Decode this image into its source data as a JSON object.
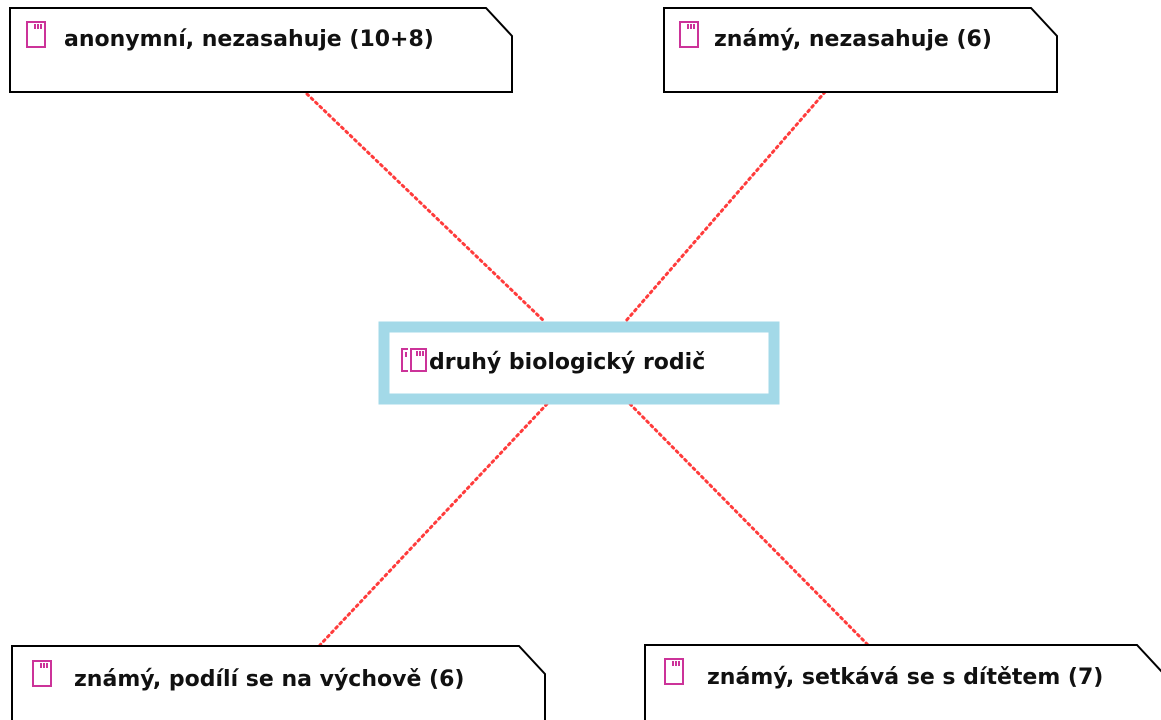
{
  "diagram": {
    "center": {
      "label": "druhý biologický rodič",
      "icon": "code-memo-icon"
    },
    "nodes": [
      {
        "id": "top-left",
        "label": "anonymní, nezasahuje (10+8)",
        "icon": "memo-icon"
      },
      {
        "id": "top-right",
        "label": "známý, nezasahuje (6)",
        "icon": "memo-icon"
      },
      {
        "id": "bottom-left",
        "label": "známý, podílí se na výchově (6)",
        "icon": "memo-icon"
      },
      {
        "id": "bottom-right",
        "label": "známý, setkává se s dítětem (7)",
        "icon": "memo-icon"
      }
    ],
    "colors": {
      "center_border": "#a3d9e8",
      "connector": "#ff3b3b",
      "icon": "#cc3399",
      "node_border": "#000000"
    }
  }
}
